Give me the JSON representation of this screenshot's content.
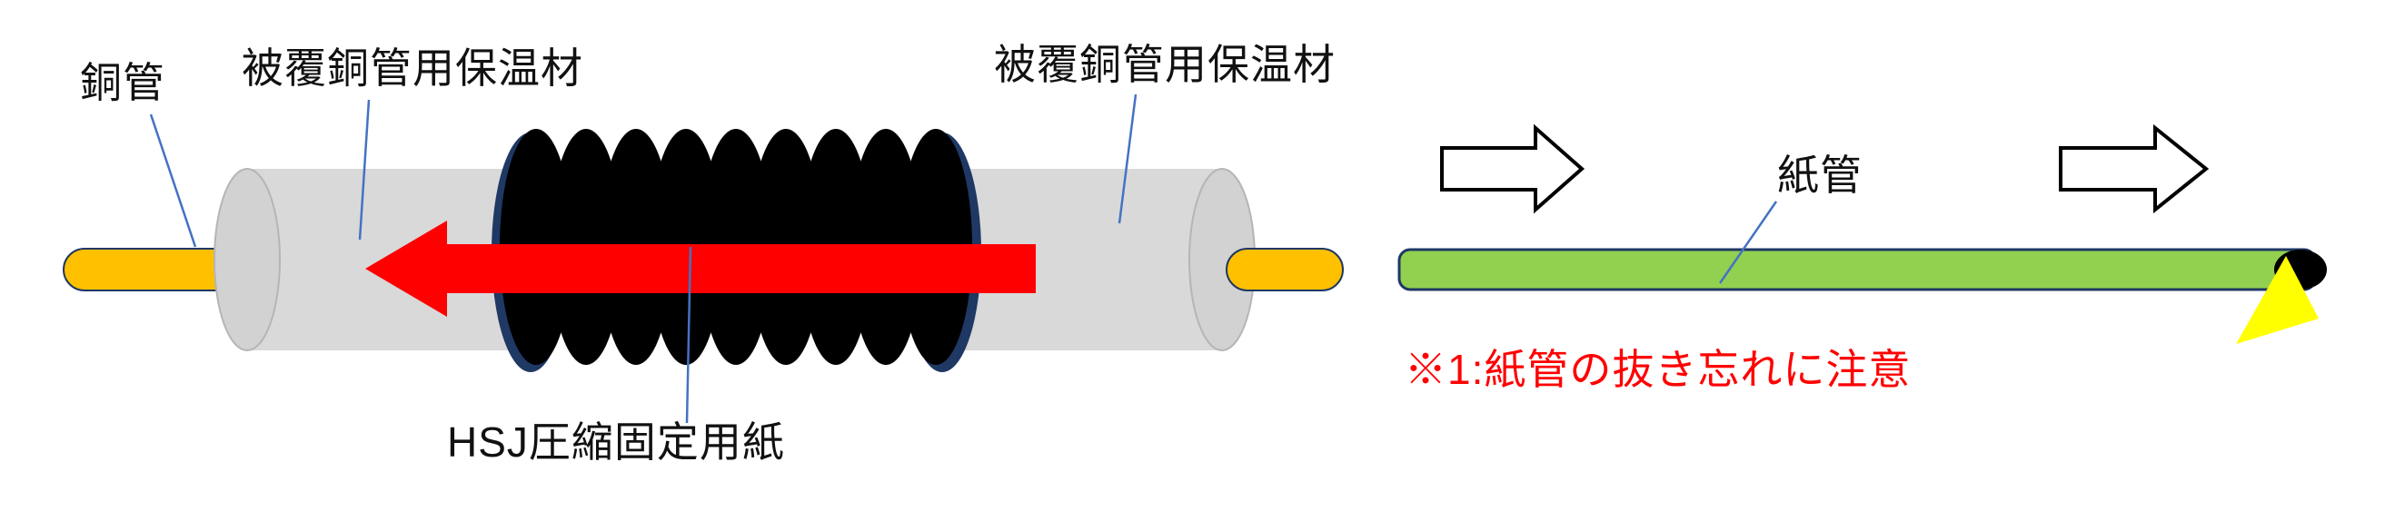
{
  "diagram": {
    "left": {
      "copper_pipe_label": "銅管",
      "insulation_label_1": "被覆銅管用保温材",
      "insulation_label_2": "被覆銅管用保温材",
      "hsj_paper_label": "HSJ圧縮固定用紙"
    },
    "right": {
      "paper_tube_label": "紙管",
      "warning_text": "※1:紙管の抜き忘れに注意"
    },
    "colors": {
      "copper": "#FFC000",
      "insulation_gray": "#D9D9D9",
      "insulation_cap_gray": "#D2D2D2",
      "bellows_black": "#000000",
      "bellows_edge_navy": "#1F3864",
      "compress_arrow_red": "#FF0000",
      "flow_arrow_white": "#FFFFFF",
      "paper_tube_green": "#92D050",
      "tube_cap_black": "#000000",
      "marker_yellow": "#FFFF00",
      "leader_line_blue": "#4472C4"
    }
  }
}
